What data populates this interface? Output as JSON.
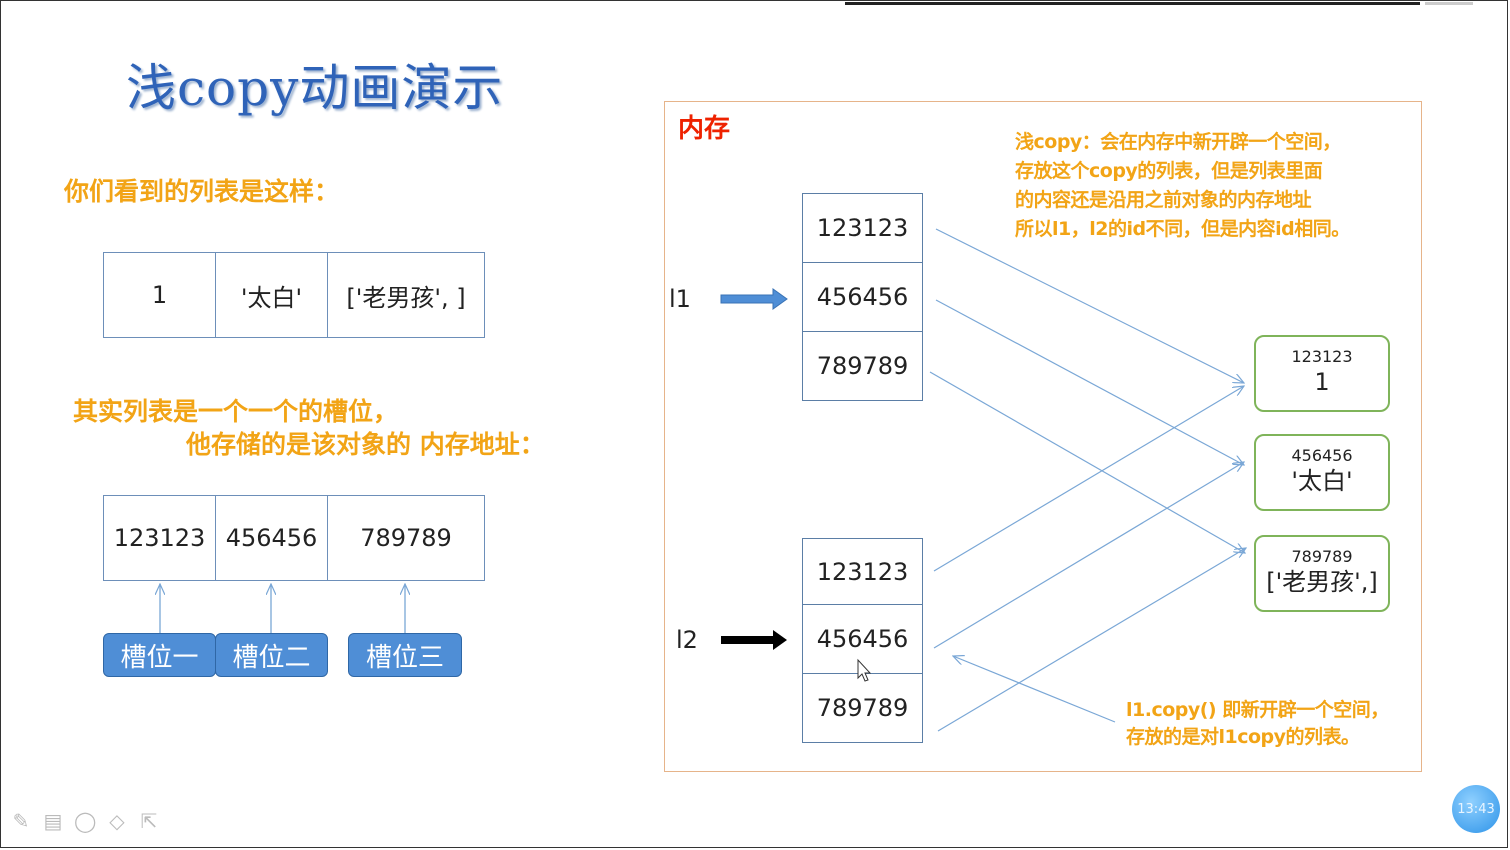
{
  "title": "浅copy动画演示",
  "left": {
    "intro": "你们看到的列表是这样：",
    "visible_list": [
      "1",
      "'太白'",
      "['老男孩', ]"
    ],
    "explain_line1": "其实列表是一个一个的槽位，",
    "explain_line2": "他存储的是该对象的 内存地址：",
    "address_list": [
      "123123",
      "456456",
      "789789"
    ],
    "slots": [
      "槽位一",
      "槽位二",
      "槽位三"
    ]
  },
  "memory": {
    "label": "内存",
    "note_top": [
      "浅copy：会在内存中新开辟一个空间，",
      "存放这个copy的列表，但是列表里面",
      "的内容还是沿用之前对象的内存地址",
      "所以l1，l2的id不同，但是内容id相同。"
    ],
    "l1_label": "l1",
    "l2_label": "l2",
    "l1_cells": [
      "123123",
      "456456",
      "789789"
    ],
    "l2_cells": [
      "123123",
      "456456",
      "789789"
    ],
    "objects": [
      {
        "addr": "123123",
        "value": "1"
      },
      {
        "addr": "456456",
        "value": "'太白'"
      },
      {
        "addr": "789789",
        "value": "['老男孩',]"
      }
    ],
    "note_bottom": [
      "l1.copy() 即新开辟一个空间，",
      "存放的是对l1copy的列表。"
    ],
    "colors": {
      "arrow_l1": "#4f8ed6",
      "arrow_l2": "#000000",
      "pointer_lines": "#7aa7d6"
    }
  },
  "ui": {
    "clock": "13:43",
    "tools": [
      "pen-icon",
      "board-icon",
      "eraser-icon",
      "marker-icon",
      "cursor-icon"
    ]
  }
}
